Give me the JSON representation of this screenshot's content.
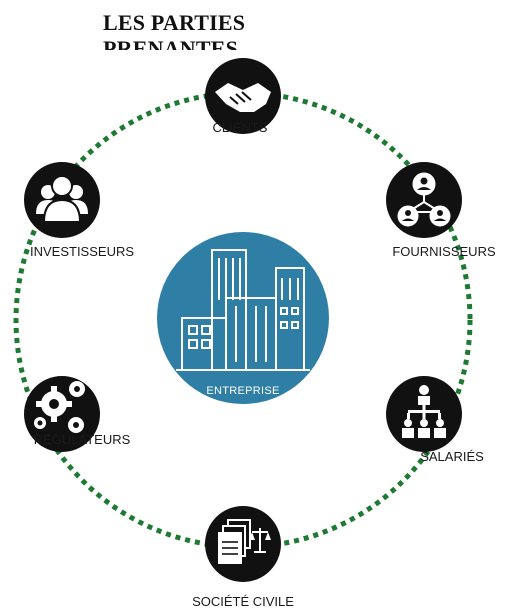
{
  "title": "LES PARTIES PRENANTES",
  "center": {
    "label": "ENTREPRISE",
    "color": "#2e7ea6",
    "icon": "buildings-icon"
  },
  "ring_color": "#1e7a32",
  "node_color": "#111111",
  "stakeholders": [
    {
      "id": "clients",
      "label": "CLIENTS",
      "icon": "handshake-icon"
    },
    {
      "id": "fournisseurs",
      "label": "FOURNISSEURS",
      "icon": "network-people-icon"
    },
    {
      "id": "salaries",
      "label": "SALARIÉS",
      "icon": "org-chart-icon"
    },
    {
      "id": "societe-civile",
      "label": "SOCIÉTÉ CIVILE",
      "icon": "documents-justice-icon"
    },
    {
      "id": "regulateurs",
      "label": "RÉGULATEURS",
      "icon": "gears-icon"
    },
    {
      "id": "investisseurs",
      "label": "INVESTISSEURS",
      "icon": "group-people-icon"
    }
  ]
}
